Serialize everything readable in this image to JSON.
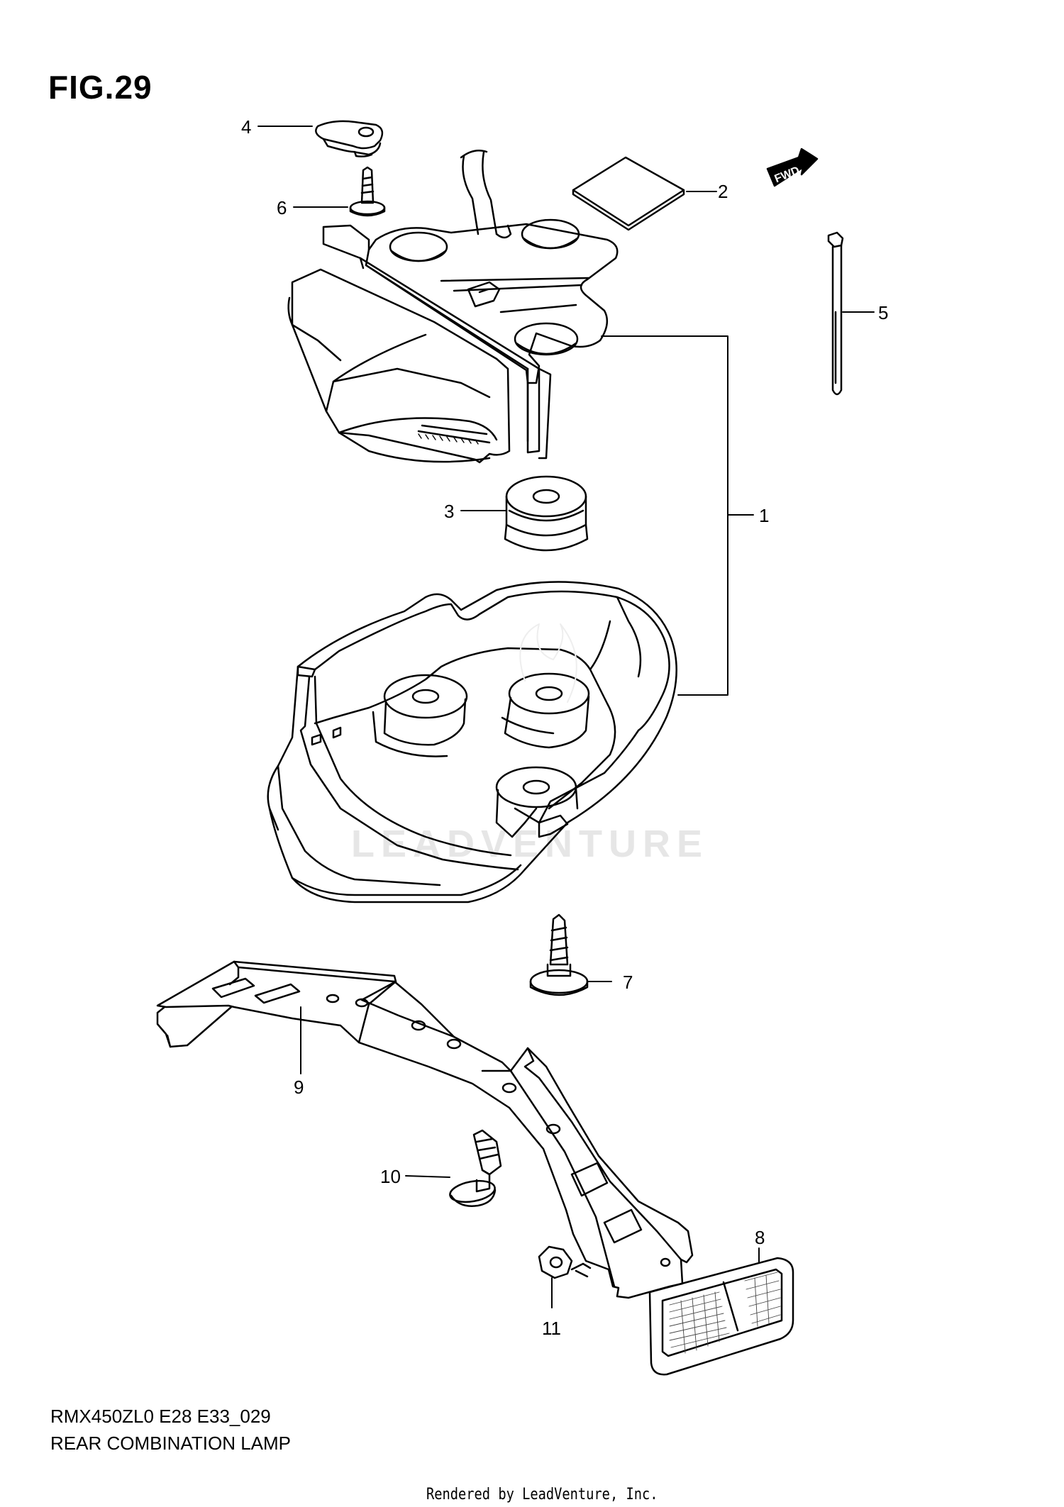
{
  "figure": {
    "title": "FIG.29",
    "model_code": "RMX450ZL0 E28 E33_029",
    "caption": "REAR COMBINATION LAMP",
    "render_credit": "Rendered by LeadVenture, Inc.",
    "watermark": "LEADVENTURE",
    "fwd_label": "FWD"
  },
  "callouts": [
    "1",
    "2",
    "3",
    "4",
    "5",
    "6",
    "7",
    "8",
    "9",
    "10",
    "11"
  ],
  "colors": {
    "ink": "#000000",
    "paper": "#ffffff",
    "watermark": "#e6e6e6"
  }
}
